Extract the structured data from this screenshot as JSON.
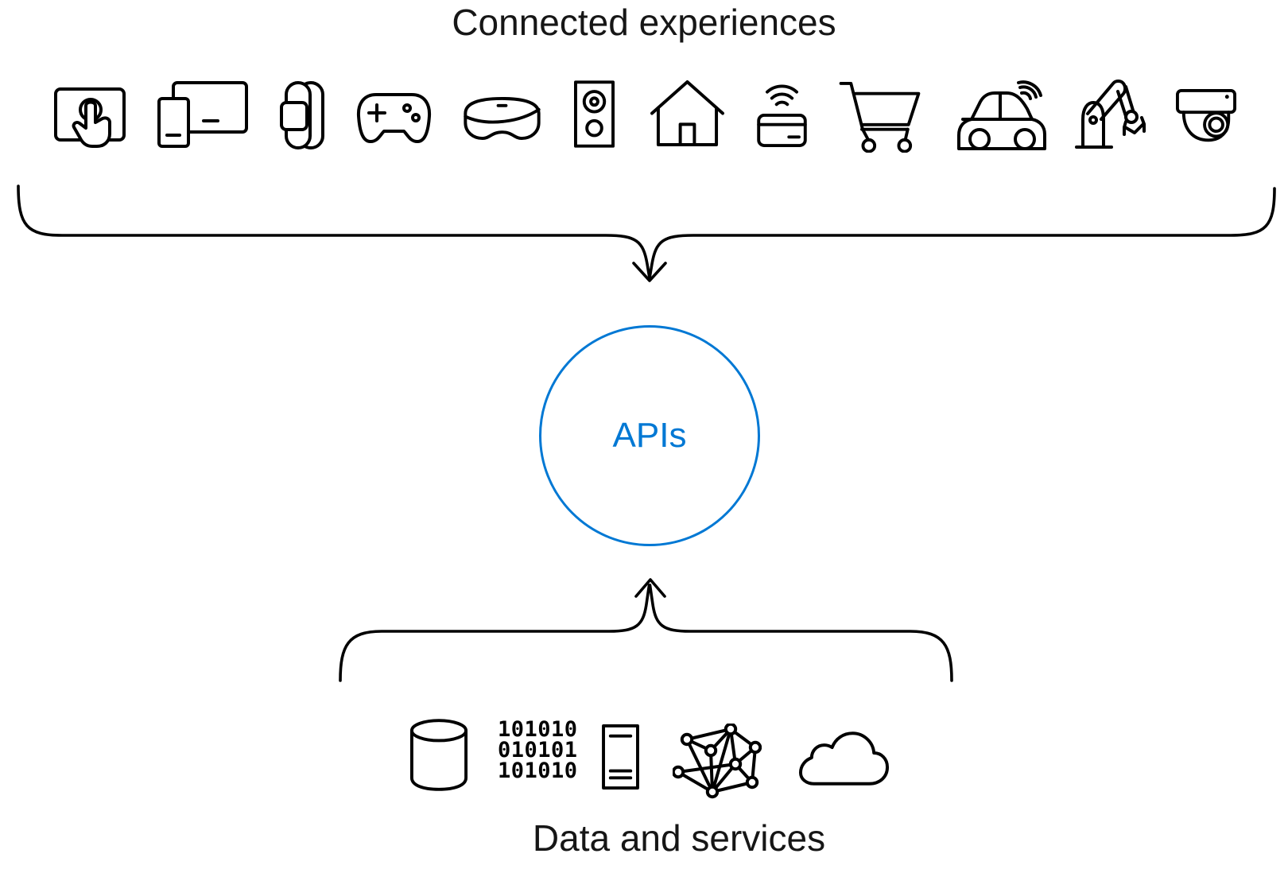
{
  "title": "Connected experiences",
  "center_label": "APIs",
  "bottom_label": "Data and services",
  "colors": {
    "accent": "#0078d4",
    "line": "#000000"
  },
  "top_row": {
    "icons": [
      "touchscreen",
      "phone-and-tablet",
      "smartwatch",
      "game-controller",
      "vr-headset",
      "smart-speaker",
      "smart-home",
      "contactless-card",
      "shopping-cart",
      "connected-car",
      "robot-arm",
      "security-camera"
    ]
  },
  "bottom_row": {
    "icons": [
      "database",
      "binary-data",
      "server",
      "neural-network",
      "cloud"
    ],
    "binary_lines": [
      "101010",
      "010101",
      "101010"
    ]
  }
}
